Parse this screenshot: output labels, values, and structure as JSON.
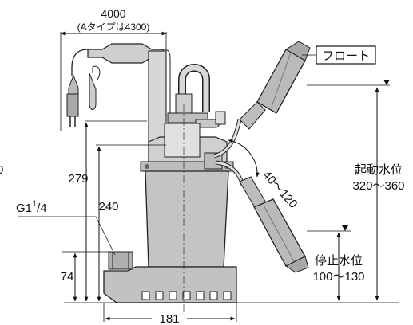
{
  "labels": {
    "cord_length": "4000",
    "cord_length_note": "(Aタイプは4300)",
    "float": "フロート",
    "angle": "40〜120",
    "start_level_title": "起動水位",
    "start_level_value": "320〜360",
    "stop_level_title": "停止水位",
    "stop_level_value": "100〜130",
    "height_total": "279",
    "height_outlet": "240",
    "height_base": "74",
    "width_base": "181",
    "pipe_thread_main": "G1",
    "pipe_thread_sup": "1",
    "pipe_thread_tail": "/4",
    "cut_left_char": "0"
  },
  "colors": {
    "pump_fill": "#c9c9c9",
    "pump_dark": "#9a9a9a",
    "float_fill": "#bdbdbd",
    "line": "#111111"
  }
}
